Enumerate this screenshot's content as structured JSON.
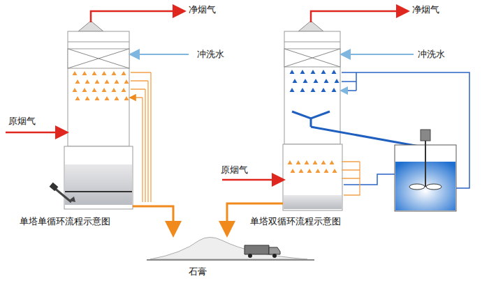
{
  "diagram": {
    "labels": [
      "净烟气",
      "冲洗水",
      "原烟气",
      "单塔单循环流程示意图",
      "净烟气",
      "冲洗水",
      "原烟气",
      "单塔双循环流程示意图",
      "石膏"
    ]
  }
}
